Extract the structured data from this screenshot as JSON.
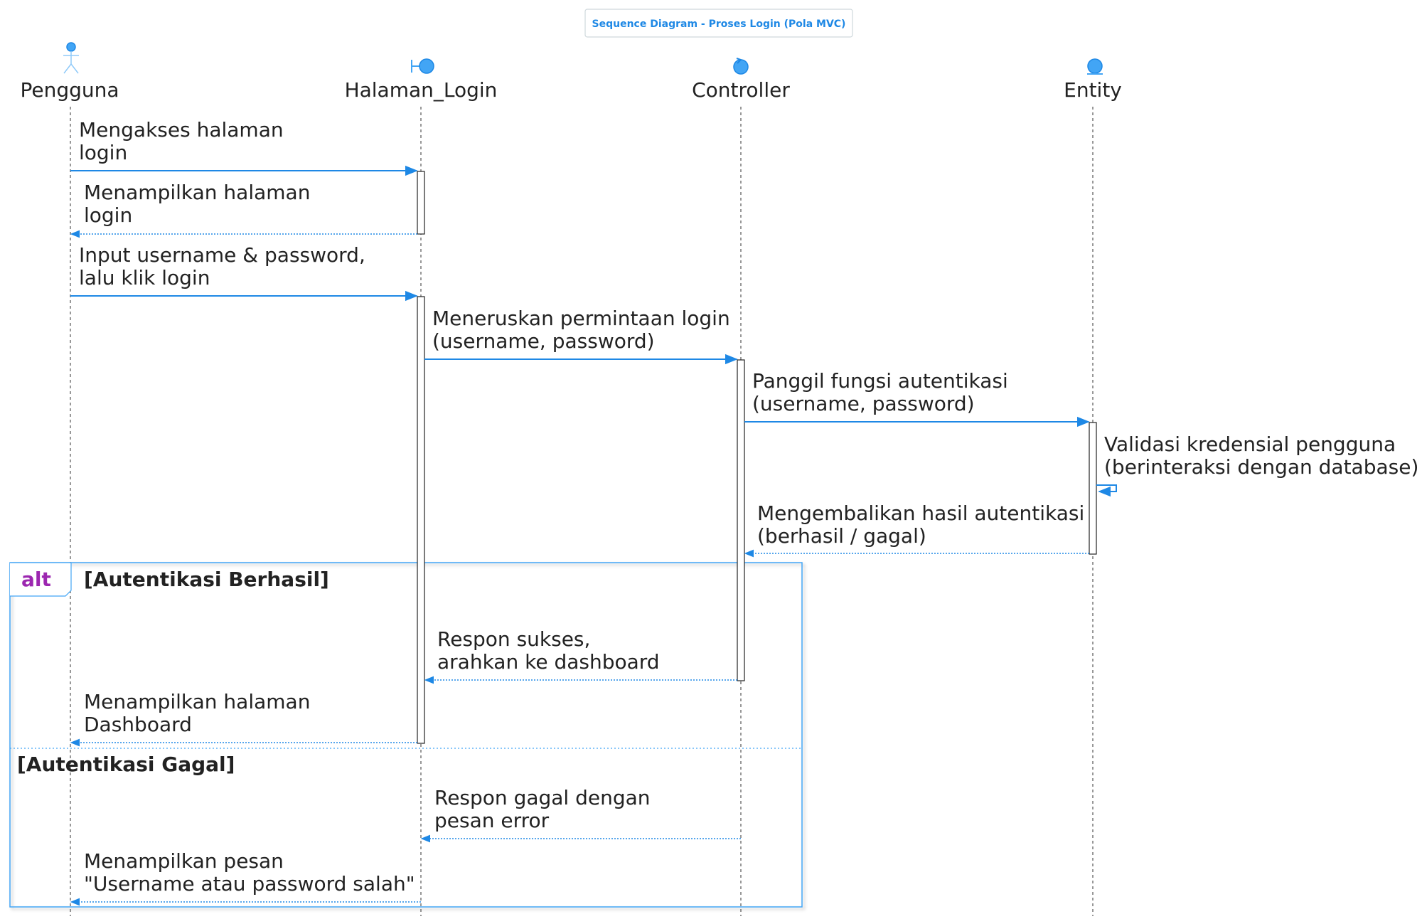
{
  "title": "Sequence Diagram - Proses Login (Pola MVC)",
  "colors": {
    "accent": "#1e88e5",
    "icon": "#42a5f5",
    "alt_keyword": "#9c27b0",
    "text": "#222222",
    "lifeline": "#555555"
  },
  "participants": [
    {
      "name": "Pengguna",
      "kind": "actor-icon"
    },
    {
      "name": "Halaman_Login",
      "kind": "boundary-icon"
    },
    {
      "name": "Controller",
      "kind": "control-icon"
    },
    {
      "name": "Entity",
      "kind": "entity-icon"
    }
  ],
  "messages": [
    {
      "from": "Pengguna",
      "to": "Halaman_Login",
      "type": "sync",
      "lines": [
        "Mengakses halaman",
        "login"
      ]
    },
    {
      "from": "Halaman_Login",
      "to": "Pengguna",
      "type": "return",
      "lines": [
        "Menampilkan halaman",
        "login"
      ]
    },
    {
      "from": "Pengguna",
      "to": "Halaman_Login",
      "type": "sync",
      "lines": [
        "Input username & password,",
        "lalu klik login"
      ]
    },
    {
      "from": "Halaman_Login",
      "to": "Controller",
      "type": "sync",
      "lines": [
        "Meneruskan permintaan login",
        "(username, password)"
      ]
    },
    {
      "from": "Controller",
      "to": "Entity",
      "type": "sync",
      "lines": [
        "Panggil fungsi autentikasi",
        "(username, password)"
      ]
    },
    {
      "from": "Entity",
      "to": "Entity",
      "type": "self",
      "lines": [
        "Validasi kredensial pengguna",
        "(berinteraksi dengan database)"
      ]
    },
    {
      "from": "Entity",
      "to": "Controller",
      "type": "return",
      "lines": [
        "Mengembalikan hasil autentikasi",
        "(berhasil / gagal)"
      ]
    },
    {
      "from": "Controller",
      "to": "Halaman_Login",
      "type": "return",
      "lines": [
        "Respon sukses,",
        "arahkan ke dashboard"
      ]
    },
    {
      "from": "Halaman_Login",
      "to": "Pengguna",
      "type": "return",
      "lines": [
        "Menampilkan halaman",
        "Dashboard"
      ]
    },
    {
      "from": "Controller",
      "to": "Halaman_Login",
      "type": "return",
      "lines": [
        "Respon gagal dengan",
        "pesan error"
      ]
    },
    {
      "from": "Halaman_Login",
      "to": "Pengguna",
      "type": "return",
      "lines": [
        "Menampilkan pesan",
        "\"Username atau password salah\""
      ]
    }
  ],
  "alt_fragment": {
    "keyword": "alt",
    "guards": [
      "[Autentikasi Berhasil]",
      "[Autentikasi Gagal]"
    ]
  }
}
